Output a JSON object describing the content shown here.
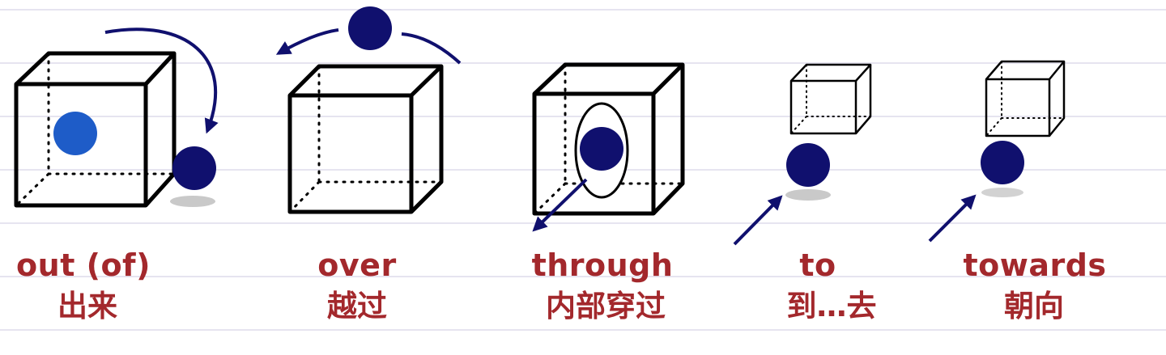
{
  "colors": {
    "label": "#a3282c",
    "ball": "#10106e",
    "ball_inside_cube": "#1e5cc8",
    "arrow": "#10106e",
    "cube_edge": "#000000",
    "shadow": "#c9c9c9",
    "ruled_line": "#e6e4f0"
  },
  "prepositions": [
    {
      "id": "out-of",
      "en": "out (of)",
      "zh": "出来"
    },
    {
      "id": "over",
      "en": "over",
      "zh": "越过"
    },
    {
      "id": "through",
      "en": "through",
      "zh": "内部穿过"
    },
    {
      "id": "to",
      "en": "to",
      "zh": "到…去"
    },
    {
      "id": "towards",
      "en": "towards",
      "zh": "朝向"
    }
  ]
}
